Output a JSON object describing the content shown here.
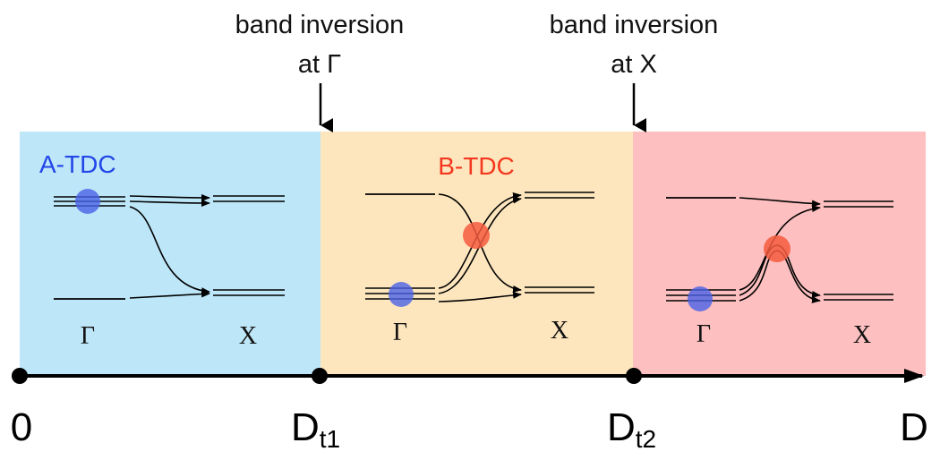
{
  "annotations": {
    "inversion_gamma_line1": "band inversion",
    "inversion_gamma_line2": "at Γ",
    "inversion_x_line1": "band inversion",
    "inversion_x_line2": "at X"
  },
  "regions": [
    {
      "label": "A-TDC",
      "label_color": "#2246e8",
      "fill": "#bde6f8",
      "gamma": "Γ",
      "x": "X"
    },
    {
      "label": "B-TDC",
      "label_color": "#f4371e",
      "fill": "#fde6bd",
      "gamma": "Γ",
      "x": "X"
    },
    {
      "label": "",
      "label_color": "",
      "fill": "#fdbfbf",
      "gamma": "Γ",
      "x": "X"
    }
  ],
  "axis": {
    "tick_0": "0",
    "tick_dt1_main": "D",
    "tick_dt1_sub": "t1",
    "tick_dt2_main": "D",
    "tick_dt2_sub": "t2",
    "axis_end": "D"
  },
  "colors": {
    "blue_dot": "#4a63e6",
    "red_dot": "#f45a3e",
    "axis": "#000000"
  }
}
